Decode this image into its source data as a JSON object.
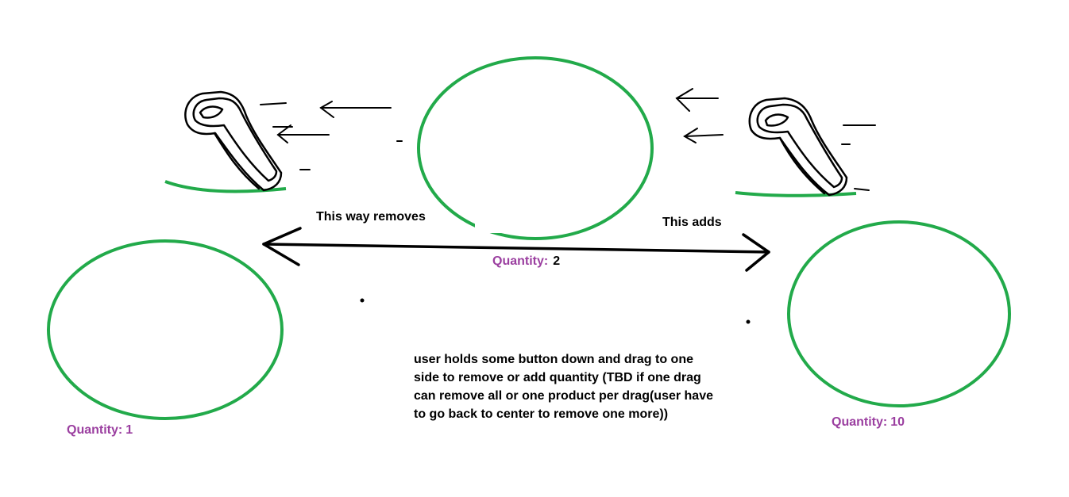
{
  "diagram": {
    "colors": {
      "circle": "#22aa4a",
      "quantity_label": "#9b3fa0",
      "ink": "#000000"
    },
    "arrow_labels": {
      "left": "This way removes",
      "right": "This adds"
    },
    "quantities": {
      "left": {
        "label": "Quantity:",
        "value": "1"
      },
      "center": {
        "label": "Quantity:",
        "value": "2"
      },
      "right": {
        "label": "Quantity:",
        "value": "10"
      }
    },
    "note_lines": [
      "user holds some button down and drag to one",
      "side to remove or add quantity (TBD if  one drag",
      "can remove all or one product per drag(user have",
      "to go back to center to remove one more))"
    ],
    "icons": [
      "drag-hand-left-icon",
      "drag-hand-right-icon",
      "double-headed-arrow"
    ]
  }
}
